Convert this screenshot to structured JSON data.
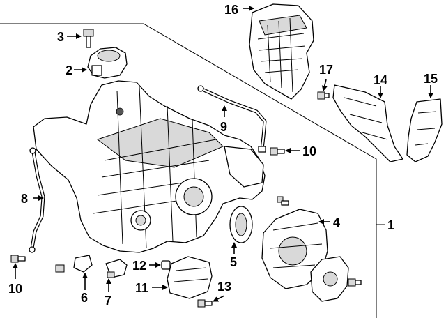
{
  "callouts": {
    "c1": "1",
    "c2": "2",
    "c3": "3",
    "c4": "4",
    "c5": "5",
    "c6": "6",
    "c7": "7",
    "c8": "8",
    "c9": "9",
    "c10a": "10",
    "c10b": "10",
    "c11": "11",
    "c12": "12",
    "c13": "13",
    "c14": "14",
    "c15": "15",
    "c16": "16",
    "c17": "17"
  },
  "colors": {
    "line": "#000000",
    "background": "#ffffff",
    "shading": "#d9d9d9"
  }
}
